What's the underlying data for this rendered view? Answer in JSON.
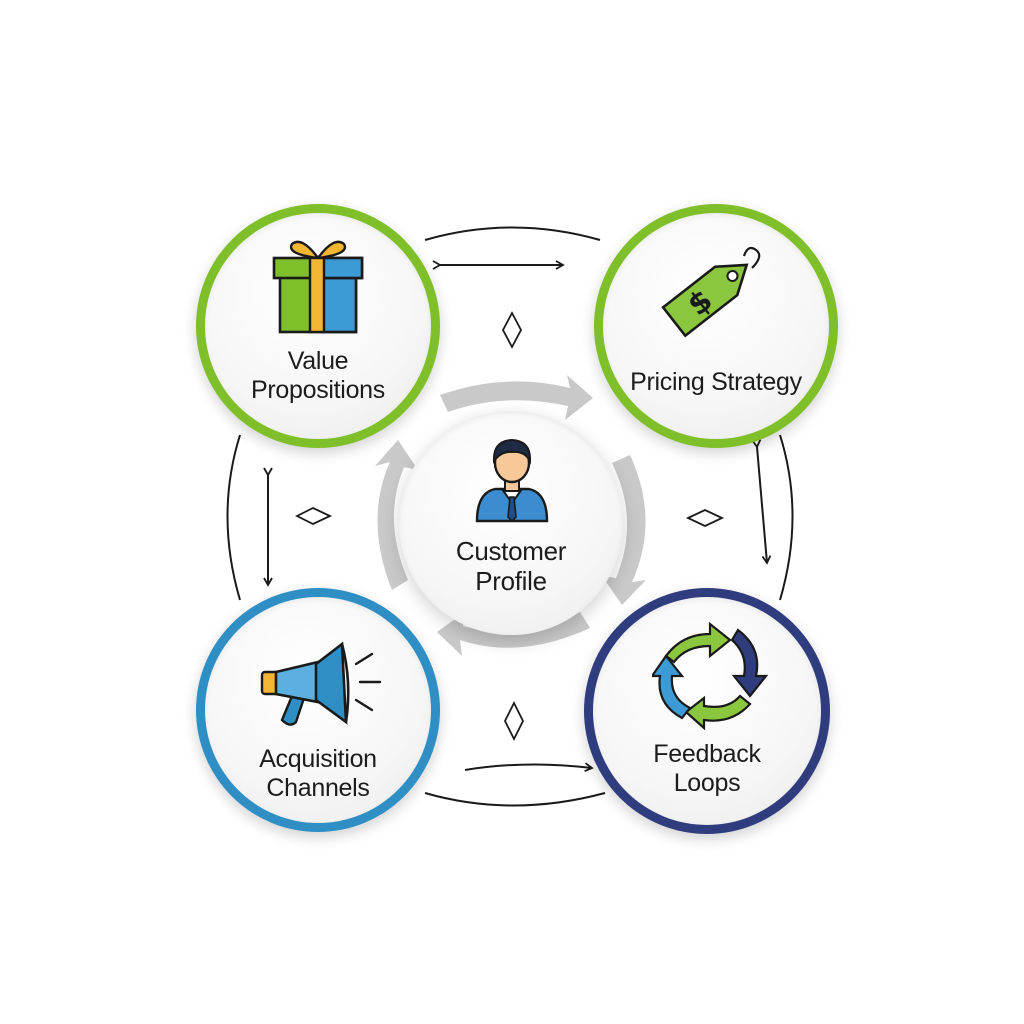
{
  "diagram": {
    "center": {
      "line1": "Customer",
      "line2": "Profile",
      "icon": "businessperson-icon"
    },
    "nodes": [
      {
        "id": "value-propositions",
        "line1": "Value",
        "line2": "Propositions",
        "icon": "gift-box-icon",
        "ring_color": "#7fbf2a"
      },
      {
        "id": "pricing-strategy",
        "line1": "Pricing Strategy",
        "line2": "",
        "icon": "price-tag-icon",
        "ring_color": "#7fbf2a"
      },
      {
        "id": "acquisition-channels",
        "line1": "Acquisition",
        "line2": "Channels",
        "icon": "megaphone-icon",
        "ring_color": "#2f8fc4"
      },
      {
        "id": "feedback-loops",
        "line1": "Feedback",
        "line2": "Loops",
        "icon": "cycle-arrows-icon",
        "ring_color": "#2f3d7e"
      }
    ],
    "colors": {
      "green": "#7fbf2a",
      "blue": "#2f8fc4",
      "navy": "#2f3d7e",
      "gold": "#f2b632",
      "connector": "#1a1a1a",
      "center_arrows": "#c6c6c6"
    }
  }
}
